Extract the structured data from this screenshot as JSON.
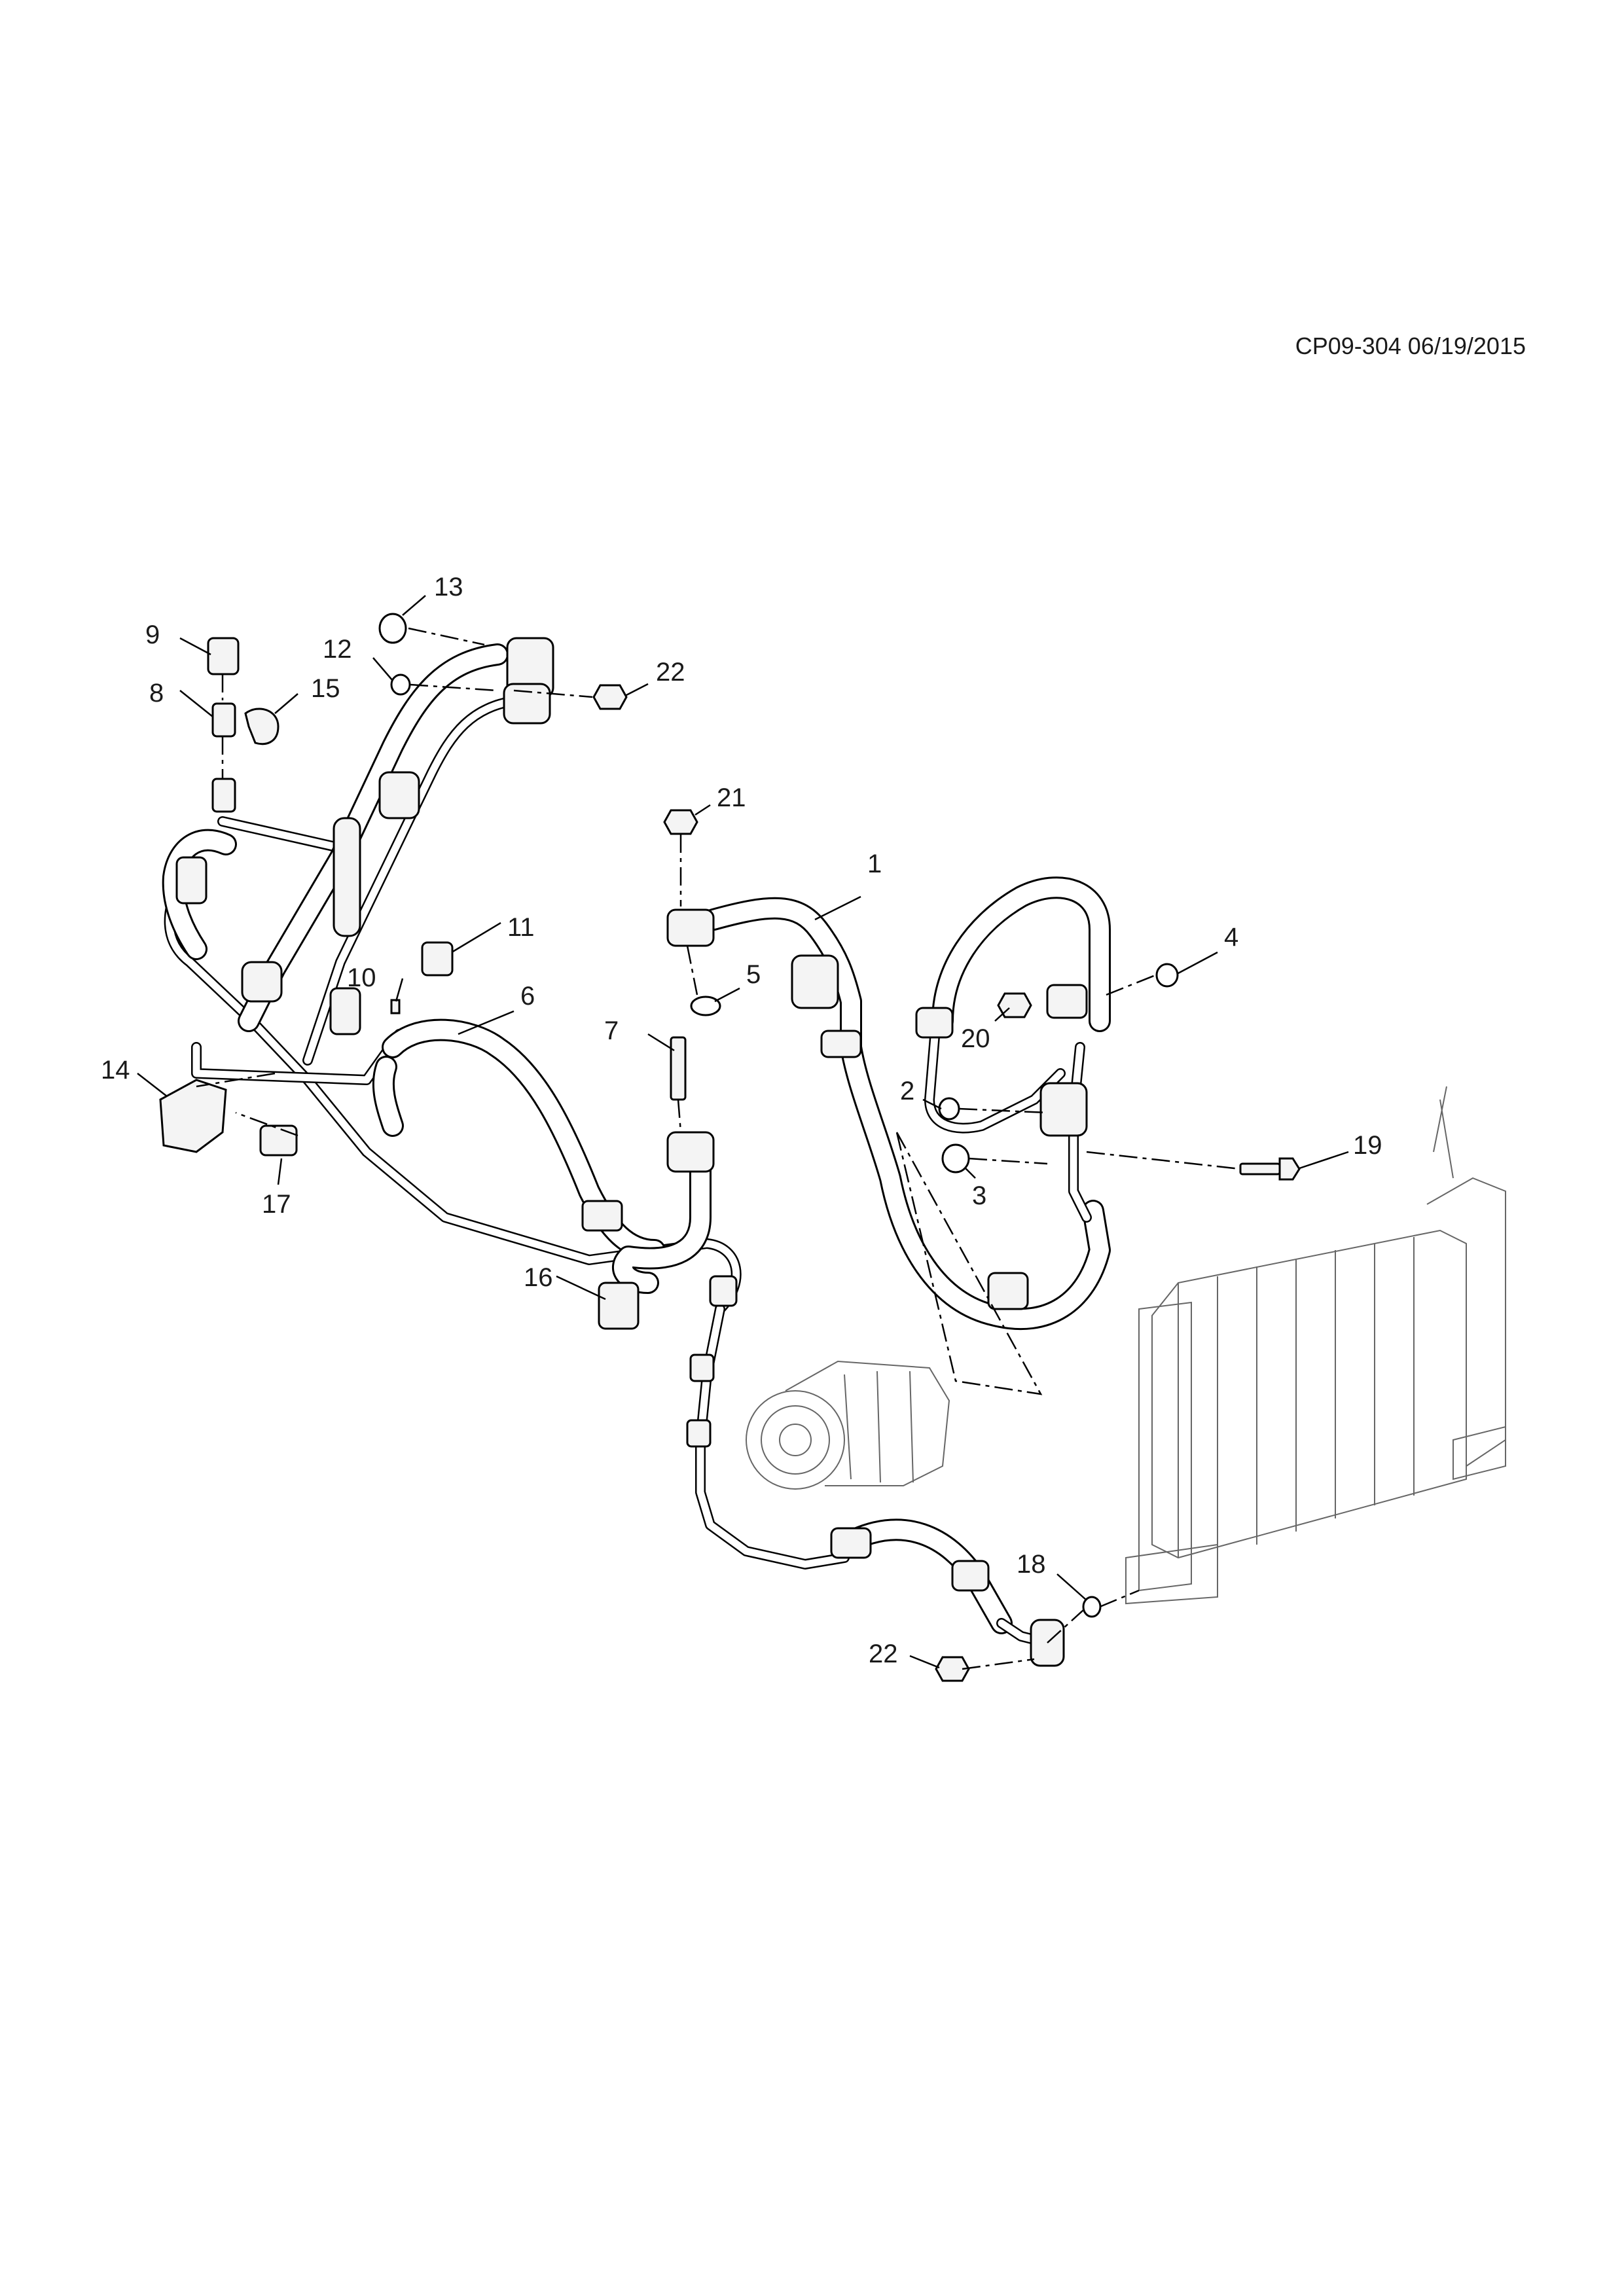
{
  "document": {
    "id": "CP09-304 06/19/2015"
  },
  "callouts": [
    "1",
    "2",
    "3",
    "4",
    "5",
    "6",
    "7",
    "8",
    "9",
    "10",
    "11",
    "12",
    "13",
    "14",
    "15",
    "16",
    "17",
    "18",
    "19",
    "20",
    "21",
    "22"
  ]
}
